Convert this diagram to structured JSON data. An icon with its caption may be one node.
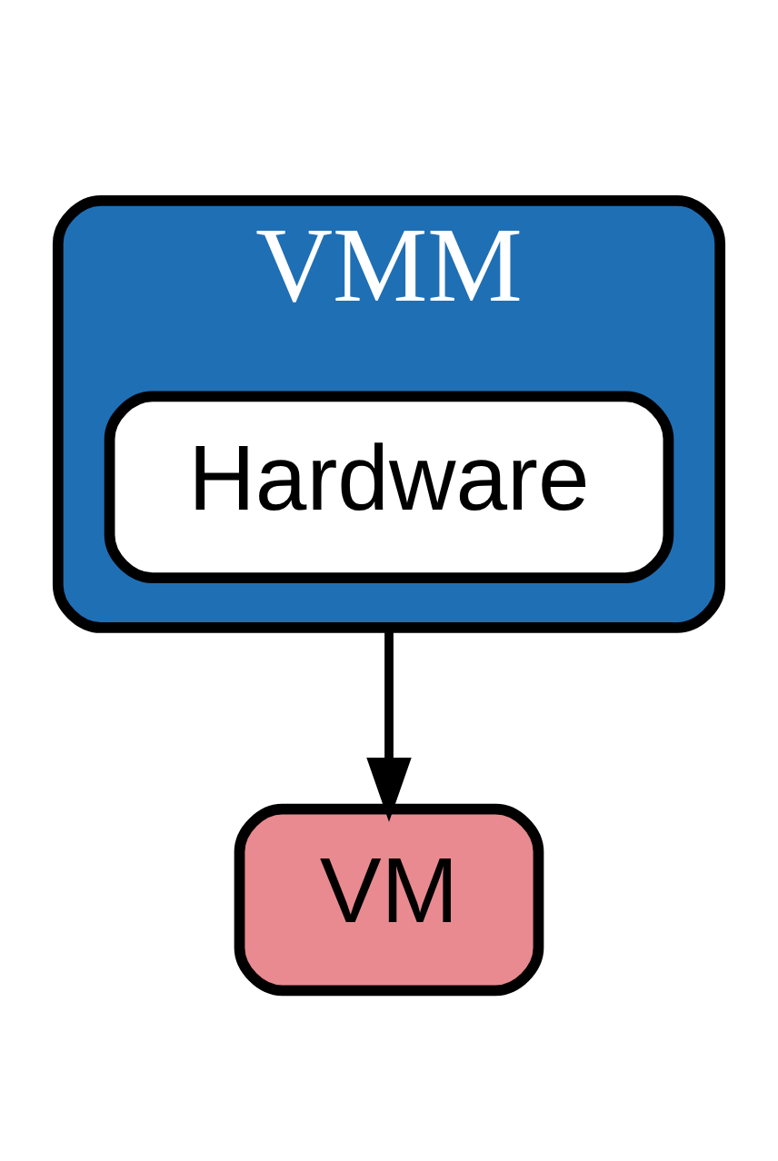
{
  "diagram": {
    "nodes": [
      {
        "text": [
          "VMM"
        ]
      },
      {
        "text": [
          "Hardware"
        ],
        "in": 0
      },
      {
        "text": [
          "VM"
        ]
      }
    ],
    "edges": [
      {
        "from": 0,
        "to": 2,
        "arrow": "to"
      }
    ]
  }
}
